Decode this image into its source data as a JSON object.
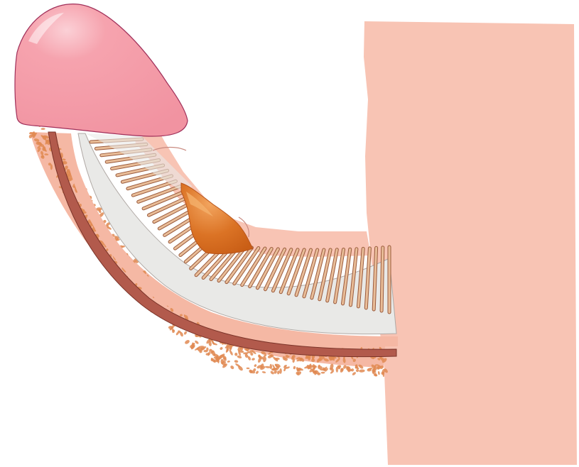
{
  "diagram": {
    "kind": "anatomical-illustration",
    "labels": [],
    "structures": [
      "body-wall",
      "glans",
      "corpus-spongiosum",
      "urethra",
      "corpus-cavernosum",
      "plaque-lesion",
      "skin-fold"
    ],
    "colors": {
      "skin": "#f8c4b4",
      "glans": "#f49aa6",
      "glans_outline": "#a0305a",
      "spongy_tissue": "#f5b8a4",
      "speckle": "#e08a52",
      "urethra": "#b25a4c",
      "sinus_space": "#e9e9e7",
      "trabeculae": "#e9bd98",
      "trabeculae_outline": "#9a5a3c",
      "lesion": "#d6691e",
      "lesion_highlight": "#f0a05a"
    }
  }
}
